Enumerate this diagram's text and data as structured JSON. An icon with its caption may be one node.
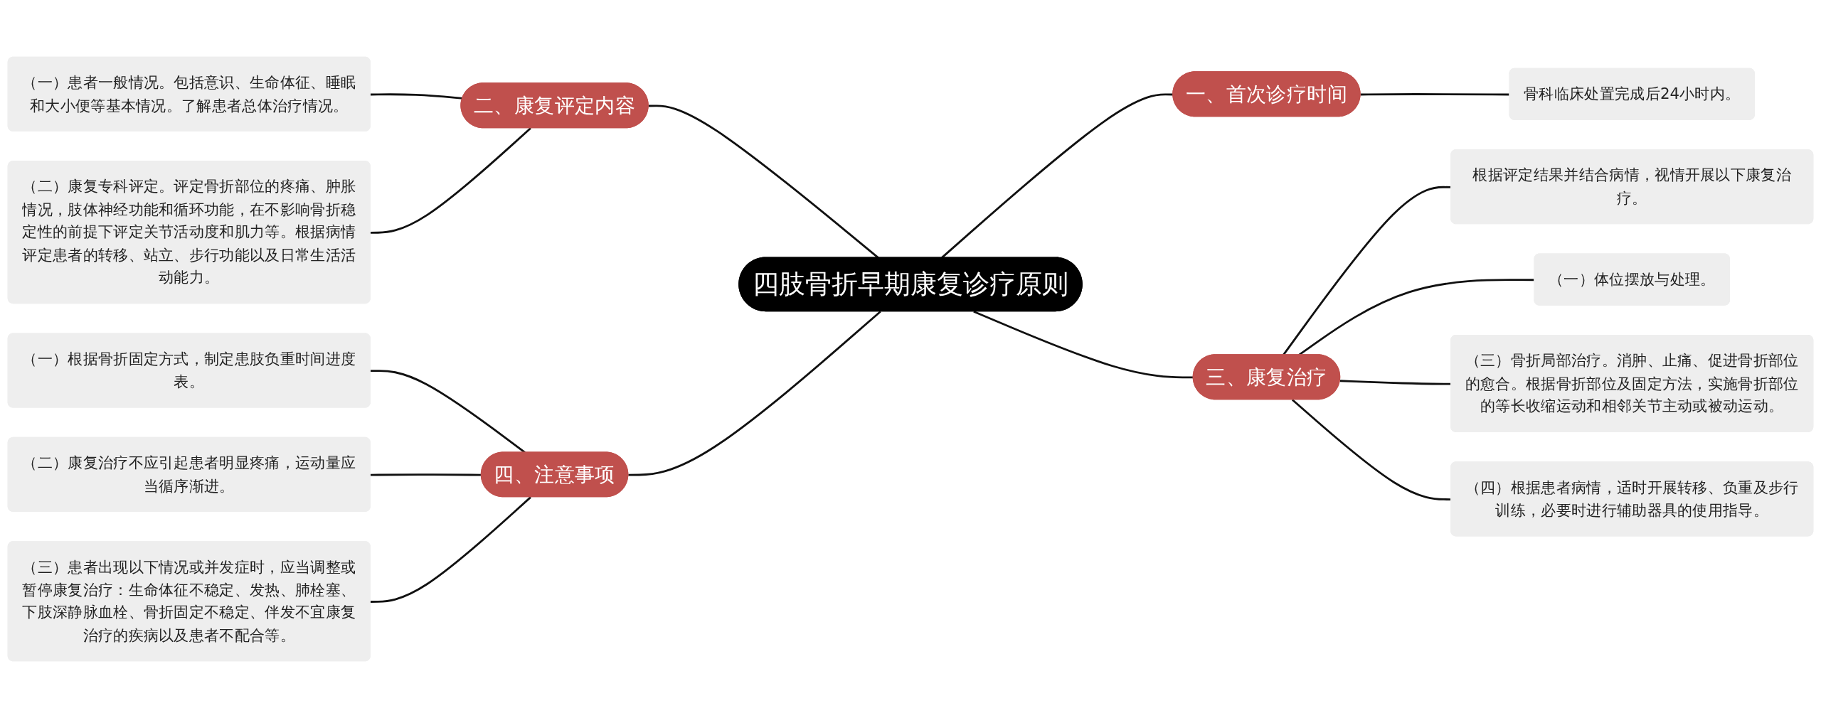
{
  "diagram": {
    "nodes": [
      {
        "text": [
          "四肢骨折早期康复诊疗原则"
        ]
      },
      {
        "text": [
          "二、康复评定内容"
        ]
      },
      {
        "text": [
          "（一）患者一般情况。包括意识、生命体征、睡眠和大小便等基本情况。了解患者总体治疗情况。"
        ]
      },
      {
        "text": [
          "（二）康复专科评定。评定骨折部位的疼痛、肿胀情况，肢体神经功能和循环功能，在不影响骨折稳定性的前提下评定关节活动度和肌力等。根据病情评定患者的转移、站立、步行功能以及日常生活活动能力。"
        ]
      },
      {
        "text": [
          "四、注意事项"
        ]
      },
      {
        "text": [
          "（一）根据骨折固定方式，制定患肢负重时间进度表。"
        ]
      },
      {
        "text": [
          "（二）康复治疗不应引起患者明显疼痛，运动量应当循序渐进。"
        ]
      },
      {
        "text": [
          "（三）患者出现以下情况或并发症时，应当调整或暂停康复治疗：生命体征不稳定、发热、肺栓塞、下肢深静脉血栓、骨折固定不稳定、伴发不宜康复治疗的疾病以及患者不配合等。"
        ]
      },
      {
        "text": [
          "一、首次诊疗时间"
        ]
      },
      {
        "text": [
          "骨科临床处置完成后24小时内。"
        ]
      },
      {
        "text": [
          "三、康复治疗"
        ]
      },
      {
        "text": [
          "根据评定结果并结合病情，视情开展以下康复治疗。"
        ]
      },
      {
        "text": [
          "（一）体位摆放与处理。"
        ]
      },
      {
        "text": [
          "（三）骨折局部治疗。消肿、止痛、促进骨折部位的愈合。根据骨折部位及固定方法，实施骨折部位的等长收缩运动和相邻关节主动或被动运动。"
        ]
      },
      {
        "text": [
          "（四）根据患者病情，适时开展转移、负重及步行训练，必要时进行辅助器具的使用指导。"
        ]
      }
    ],
    "edges": [
      {
        "from": 2,
        "to": 1,
        "arrow": "none"
      },
      {
        "from": 3,
        "to": 1,
        "arrow": "none"
      },
      {
        "from": 1,
        "to": 0,
        "arrow": "none"
      },
      {
        "from": 5,
        "to": 4,
        "arrow": "none"
      },
      {
        "from": 6,
        "to": 4,
        "arrow": "none"
      },
      {
        "from": 7,
        "to": 4,
        "arrow": "none"
      },
      {
        "from": 4,
        "to": 0,
        "arrow": "none"
      },
      {
        "from": 0,
        "to": 8,
        "arrow": "none"
      },
      {
        "from": 8,
        "to": 9,
        "arrow": "none"
      },
      {
        "from": 0,
        "to": 10,
        "arrow": "none"
      },
      {
        "from": 10,
        "to": 11,
        "arrow": "none"
      },
      {
        "from": 10,
        "to": 12,
        "arrow": "none"
      },
      {
        "from": 10,
        "to": 13,
        "arrow": "none"
      },
      {
        "from": 10,
        "to": 14,
        "arrow": "none"
      }
    ]
  }
}
